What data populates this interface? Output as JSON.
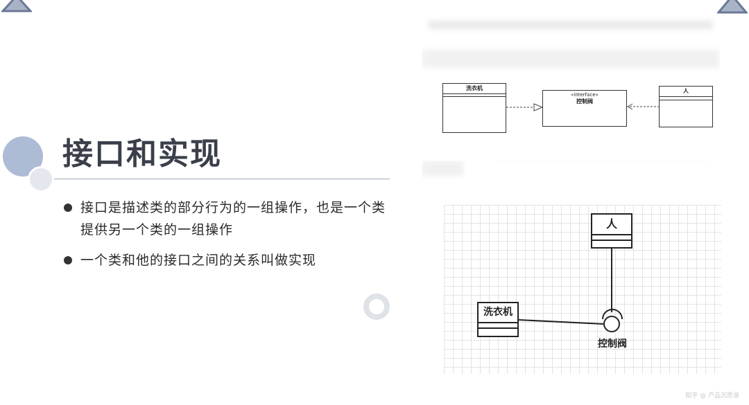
{
  "slide": {
    "title": "接口和实现",
    "bullets": [
      "接口是描述类的部分行为的一组操作，也是一个类提供另一个类的一组操作",
      "一个类和他的接口之间的关系叫做实现"
    ]
  },
  "diagram_top": {
    "class_left": "洗衣机",
    "interface_stereotype": "«interface»",
    "interface_name": "控制阀",
    "class_right": "人"
  },
  "diagram_bottom": {
    "class_top": "人",
    "class_left": "洗衣机",
    "interface_label": "控制阀"
  },
  "watermark": "知乎 @ 产品沉思录"
}
